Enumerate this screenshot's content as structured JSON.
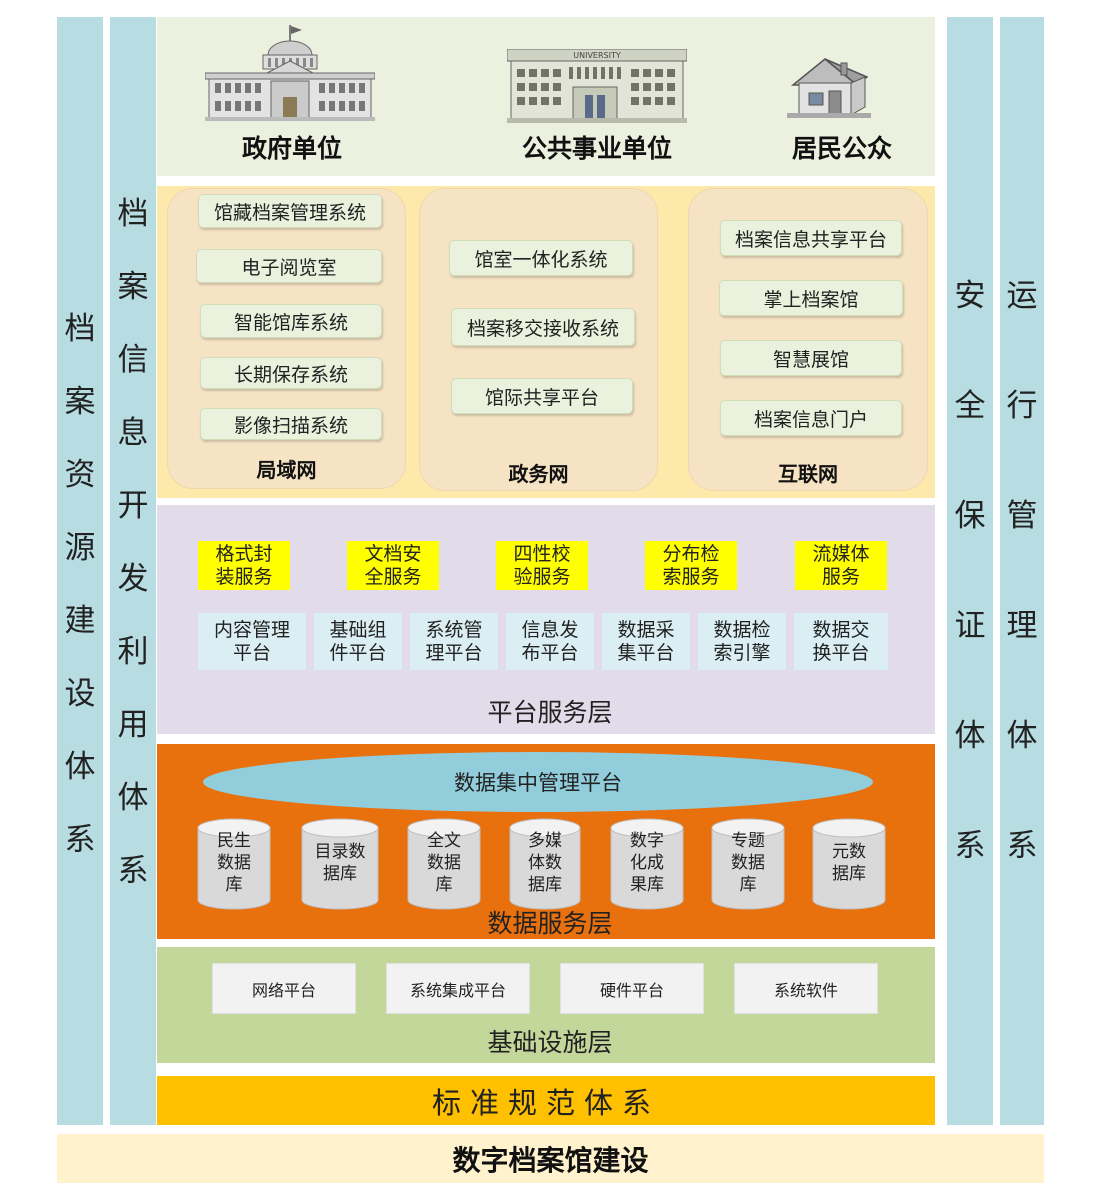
{
  "left_columns": {
    "outer": {
      "text": [
        "档",
        "案",
        "资",
        "源",
        "建",
        "设",
        "体",
        "系"
      ]
    },
    "inner": {
      "text": [
        "档",
        "案",
        "信",
        "息",
        "开",
        "发",
        "利",
        "用",
        "体",
        "系"
      ]
    }
  },
  "right_columns": {
    "inner": {
      "text": [
        "安",
        "全",
        "保",
        "证",
        "体",
        "系"
      ]
    },
    "outer": {
      "text": [
        "运",
        "行",
        "管",
        "理",
        "体",
        "系"
      ]
    }
  },
  "top_band": {
    "buildings": [
      {
        "label": "政府单位",
        "icon": "government-building-icon"
      },
      {
        "label": "公共事业单位",
        "icon": "university-building-icon",
        "sign": "UNIVERSITY"
      },
      {
        "label": "居民公众",
        "icon": "house-icon"
      }
    ]
  },
  "networks": [
    {
      "label": "局域网",
      "items": [
        "馆藏档案管理系统",
        "电子阅览室",
        "智能馆库系统",
        "长期保存系统",
        "影像扫描系统"
      ]
    },
    {
      "label": "政务网",
      "items": [
        "馆室一体化系统",
        "档案移交接收系统",
        "馆际共享平台"
      ]
    },
    {
      "label": "互联网",
      "items": [
        "档案信息共享平台",
        "掌上档案馆",
        "智慧展馆",
        "档案信息门户"
      ]
    }
  ],
  "platform_layer": {
    "label": "平台服务层",
    "services": [
      [
        "格式封",
        "装服务"
      ],
      [
        "文档安",
        "全服务"
      ],
      [
        "四性校",
        "验服务"
      ],
      [
        "分布检",
        "索服务"
      ],
      [
        "流媒体",
        "服务"
      ]
    ],
    "platforms": [
      [
        "内容管理",
        "平台"
      ],
      [
        "基础组",
        "件平台"
      ],
      [
        "系统管",
        "理平台"
      ],
      [
        "信息发",
        "布平台"
      ],
      [
        "数据采",
        "集平台"
      ],
      [
        "数据检",
        "索引擎"
      ],
      [
        "数据交",
        "换平台"
      ]
    ]
  },
  "data_layer": {
    "label": "数据服务层",
    "center": "数据集中管理平台",
    "databases": [
      [
        "民生",
        "数据",
        "库"
      ],
      [
        "目录数",
        "据库"
      ],
      [
        "全文",
        "数据",
        "库"
      ],
      [
        "多媒",
        "体数",
        "据库"
      ],
      [
        "数字",
        "化成",
        "果库"
      ],
      [
        "专题",
        "数据",
        "库"
      ],
      [
        "元数",
        "据库"
      ]
    ]
  },
  "infra_layer": {
    "label": "基础设施层",
    "items": [
      "网络平台",
      "系统集成平台",
      "硬件平台",
      "系统软件"
    ]
  },
  "standards": "标准规范体系",
  "footer": "数字档案馆建设",
  "colors": {
    "side_column": "#b7dde2",
    "top_band": "#ebf1de",
    "network_band": "#fde9a9",
    "platform_band": "#e2dbe9",
    "service_highlight": "#ffff00",
    "data_band": "#e8700d",
    "infra_band": "#c4d79b",
    "standards_band": "#ffc000",
    "footer_band": "#fff2cc"
  }
}
